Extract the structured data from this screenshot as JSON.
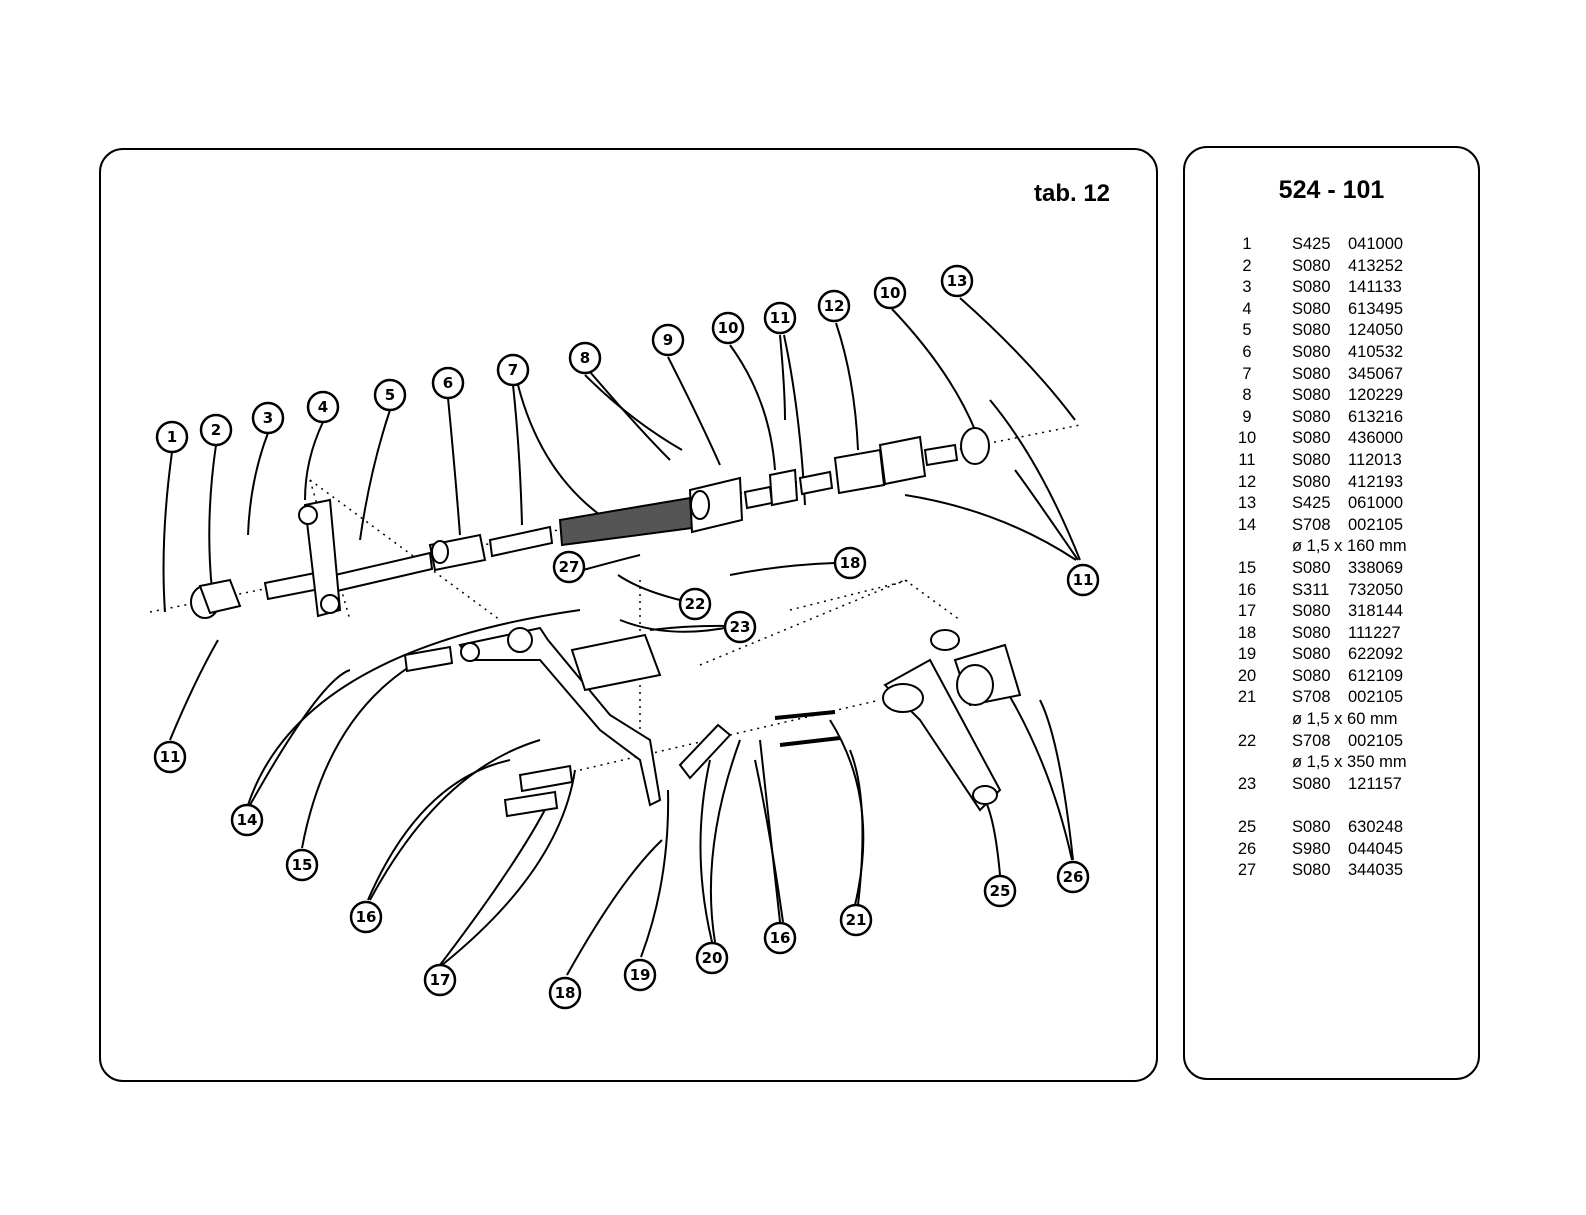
{
  "diagram": {
    "tab_label": "tab. 12",
    "callouts": [
      "1",
      "2",
      "3",
      "4",
      "5",
      "6",
      "7",
      "8",
      "9",
      "10",
      "11",
      "12",
      "10",
      "13",
      "11",
      "11",
      "14",
      "15",
      "16",
      "17",
      "18",
      "19",
      "20",
      "16",
      "21",
      "22",
      "23",
      "25",
      "26",
      "27",
      "18"
    ]
  },
  "parts": {
    "model": "524 - 101",
    "items": [
      {
        "num": "1",
        "code": "S425",
        "ref": "041000"
      },
      {
        "num": "2",
        "code": "S080",
        "ref": "413252"
      },
      {
        "num": "3",
        "code": "S080",
        "ref": "141133"
      },
      {
        "num": "4",
        "code": "S080",
        "ref": "613495"
      },
      {
        "num": "5",
        "code": "S080",
        "ref": "124050"
      },
      {
        "num": "6",
        "code": "S080",
        "ref": "410532"
      },
      {
        "num": "7",
        "code": "S080",
        "ref": "345067"
      },
      {
        "num": "8",
        "code": "S080",
        "ref": "120229"
      },
      {
        "num": "9",
        "code": "S080",
        "ref": "613216"
      },
      {
        "num": "10",
        "code": "S080",
        "ref": "436000"
      },
      {
        "num": "11",
        "code": "S080",
        "ref": "112013"
      },
      {
        "num": "12",
        "code": "S080",
        "ref": "412193"
      },
      {
        "num": "13",
        "code": "S425",
        "ref": "061000"
      },
      {
        "num": "14",
        "code": "S708",
        "ref": "002105",
        "note": "ø 1,5 x 160 mm"
      },
      {
        "num": "15",
        "code": "S080",
        "ref": "338069"
      },
      {
        "num": "16",
        "code": "S311",
        "ref": "732050"
      },
      {
        "num": "17",
        "code": "S080",
        "ref": "318144"
      },
      {
        "num": "18",
        "code": "S080",
        "ref": "111227"
      },
      {
        "num": "19",
        "code": "S080",
        "ref": "622092"
      },
      {
        "num": "20",
        "code": "S080",
        "ref": "612109"
      },
      {
        "num": "21",
        "code": "S708",
        "ref": "002105",
        "note": "ø 1,5 x 60 mm"
      },
      {
        "num": "22",
        "code": "S708",
        "ref": "002105",
        "note": "ø 1,5 x 350 mm"
      },
      {
        "num": "23",
        "code": "S080",
        "ref": "121157"
      },
      {
        "num": "25",
        "code": "S080",
        "ref": "630248",
        "gap_before": true
      },
      {
        "num": "26",
        "code": "S980",
        "ref": "044045"
      },
      {
        "num": "27",
        "code": "S080",
        "ref": "344035"
      }
    ]
  }
}
